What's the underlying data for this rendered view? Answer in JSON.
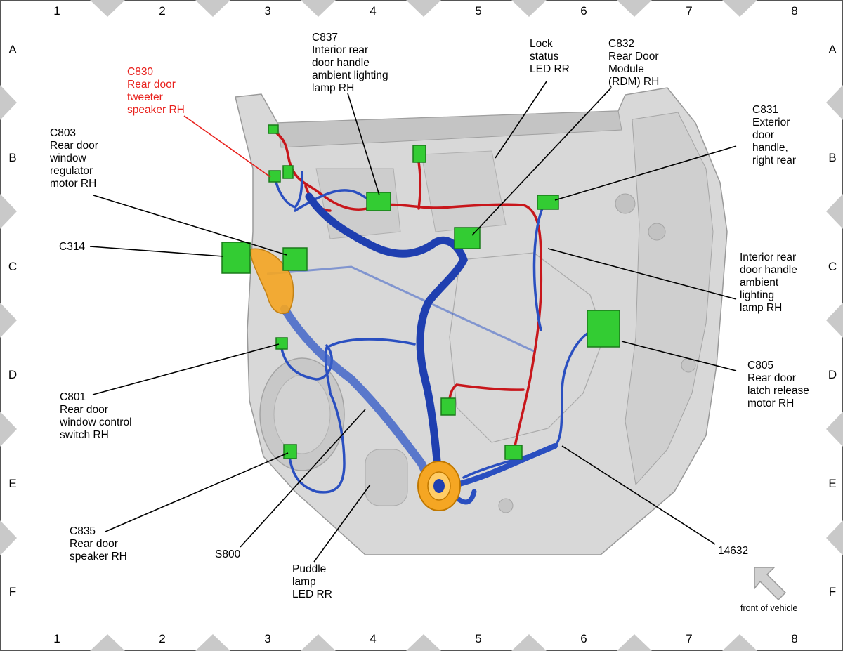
{
  "grid": {
    "columns": [
      "1",
      "2",
      "3",
      "4",
      "5",
      "6",
      "7",
      "8"
    ],
    "rows": [
      "A",
      "B",
      "C",
      "D",
      "E",
      "F"
    ]
  },
  "labels": {
    "c830": {
      "lines": [
        "C830",
        "Rear door",
        "tweeter",
        "speaker RH"
      ]
    },
    "c837": {
      "lines": [
        "C837",
        "Interior rear",
        "door handle",
        "ambient lighting",
        "lamp RH"
      ]
    },
    "lock": {
      "lines": [
        "Lock",
        "status",
        "LED RR"
      ]
    },
    "c832": {
      "lines": [
        "C832",
        "Rear Door",
        "Module",
        "(RDM) RH"
      ]
    },
    "c803": {
      "lines": [
        "C803",
        "Rear door",
        "window",
        "regulator",
        "motor RH"
      ]
    },
    "c831": {
      "lines": [
        "C831",
        "Exterior",
        "door",
        "handle,",
        "right rear"
      ]
    },
    "c314": {
      "lines": [
        "C314"
      ]
    },
    "interior": {
      "lines": [
        "Interior rear",
        "door handle",
        "ambient",
        "lighting",
        "lamp RH"
      ]
    },
    "c805": {
      "lines": [
        "C805",
        "Rear door",
        "latch release",
        "motor RH"
      ]
    },
    "c801": {
      "lines": [
        "C801",
        "Rear door",
        "window control",
        "switch RH"
      ]
    },
    "c835": {
      "lines": [
        "C835",
        "Rear door",
        "speaker RH"
      ]
    },
    "s800": {
      "lines": [
        "S800"
      ]
    },
    "puddle": {
      "lines": [
        "Puddle",
        "lamp",
        "LED RR"
      ]
    },
    "harness": {
      "lines": [
        "14632"
      ]
    }
  },
  "front_caption": "front of vehicle",
  "colors": {
    "highlight_label": "#e8201c",
    "connector": "#33cc33",
    "harness_blue": "#1f3fb0",
    "wire_red": "#c8161b",
    "grommet": "#f5a623",
    "door_panel": "#d6d6d6",
    "border_marker": "#c9c9c9"
  }
}
